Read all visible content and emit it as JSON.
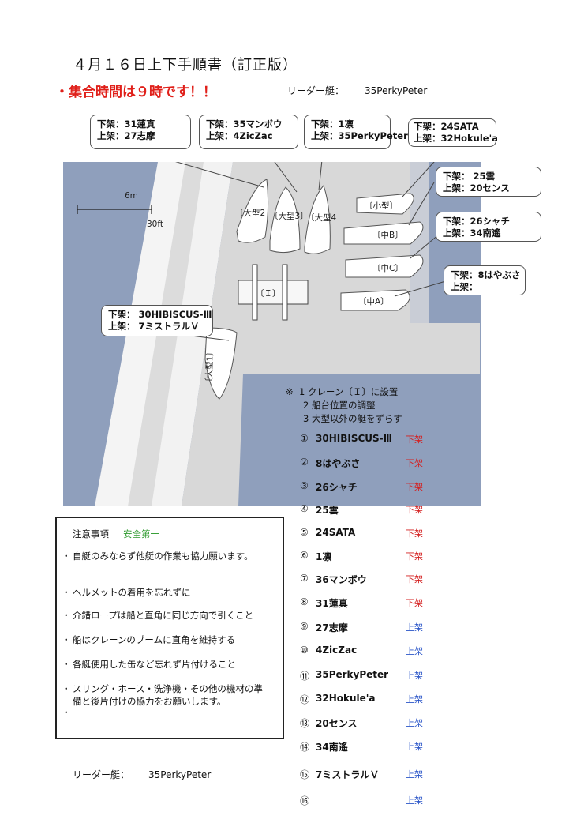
{
  "title": "４月１６日上下手順書（訂正版）",
  "assembly": "・集合時間は９時です！！",
  "leader": {
    "label": "リーダー艇：",
    "name": "35PerkyPeter"
  },
  "map": {
    "scale_m": "6m",
    "scale_ft": "30ft",
    "crane_label": "〔Ｉ〕",
    "boats": {
      "large1": "〔大型1〕",
      "large2": "〔大型2",
      "large3": "〔大型3〕",
      "large4": "〔大型4",
      "small": "〔小型〕",
      "midB": "〔中B〕",
      "midC": "〔中C〕",
      "midA": "〔中A〕"
    },
    "callouts": {
      "c1": {
        "down": "下架：31蓮真",
        "up": "上架：27志摩"
      },
      "c2": {
        "down": "下架：35マンボウ",
        "up": "上架：4ZicZac"
      },
      "c3": {
        "down": "下架：1凛",
        "up": "上架：35PerkyPeter"
      },
      "c4": {
        "down": "下架：24SATA",
        "up": "上架：32Hokule'a"
      },
      "c5": {
        "down": "下架： 25雲",
        "up": "上架：20センス"
      },
      "c6": {
        "down": "下架：26シャチ",
        "up": "上架：34南遙"
      },
      "c7": {
        "down": "下架：8はやぶさ",
        "up": "上架："
      },
      "c8": {
        "down": "下架： 30HIBISCUS-Ⅲ",
        "up": "上架： 7ミストラルＶ"
      }
    },
    "colors": {
      "water": "#8f9fbc",
      "pier": "#d7d7d7",
      "road": "#c7c7c7",
      "boat": "#ffffff"
    }
  },
  "steps": {
    "mark": "※",
    "s1": "1 クレーン〔Ｉ〕に設置",
    "s2": "2 船台位置の調整",
    "s3": "3 大型以外の艇をずらす"
  },
  "notes": {
    "heading": "注意事項",
    "safety": "安全第一",
    "bullet": "・",
    "items": [
      "自艇のみならず他艇の作業も協力願います。",
      "ヘルメットの着用を忘れずに",
      "介錯ロープは船と直角に同じ方向で引くこと",
      "船はクレーンのブームに直角を維持する",
      "各艇使用した缶など忘れず片付けること",
      "スリング・ホース・洗浄機・その他の機材の準備と後片付けの協力をお願いします。",
      ""
    ]
  },
  "schedule": [
    {
      "num": "①",
      "name": "30HIBISCUS-Ⅲ",
      "action": "下架",
      "type": "down"
    },
    {
      "num": "②",
      "name": "8はやぶさ",
      "action": "下架",
      "type": "down"
    },
    {
      "num": "③",
      "name": "26シャチ",
      "action": "下架",
      "type": "down"
    },
    {
      "num": "④",
      "name": "25雲",
      "action": "下架",
      "type": "down"
    },
    {
      "num": "⑤",
      "name": "24SATA",
      "action": "下架",
      "type": "down"
    },
    {
      "num": "⑥",
      "name": "1凛",
      "action": "下架",
      "type": "down"
    },
    {
      "num": "⑦",
      "name": "36マンボウ",
      "action": "下架",
      "type": "down"
    },
    {
      "num": "⑧",
      "name": "31蓮真",
      "action": "下架",
      "type": "down"
    },
    {
      "num": "⑨",
      "name": "27志摩",
      "action": "上架",
      "type": "up"
    },
    {
      "num": "⑩",
      "name": "4ZicZac",
      "action": "上架",
      "type": "up"
    },
    {
      "num": "⑪",
      "name": "35PerkyPeter",
      "action": "上架",
      "type": "up"
    },
    {
      "num": "⑫",
      "name": "32Hokule'a",
      "action": "上架",
      "type": "up"
    },
    {
      "num": "⑬",
      "name": "20センス",
      "action": "上架",
      "type": "up"
    },
    {
      "num": "⑭",
      "name": "34南遙",
      "action": "上架",
      "type": "up"
    },
    {
      "num": "⑮",
      "name": "7ミストラルＶ",
      "action": "上架",
      "type": "up"
    },
    {
      "num": "⑯",
      "name": "",
      "action": "上架",
      "type": "up"
    }
  ]
}
